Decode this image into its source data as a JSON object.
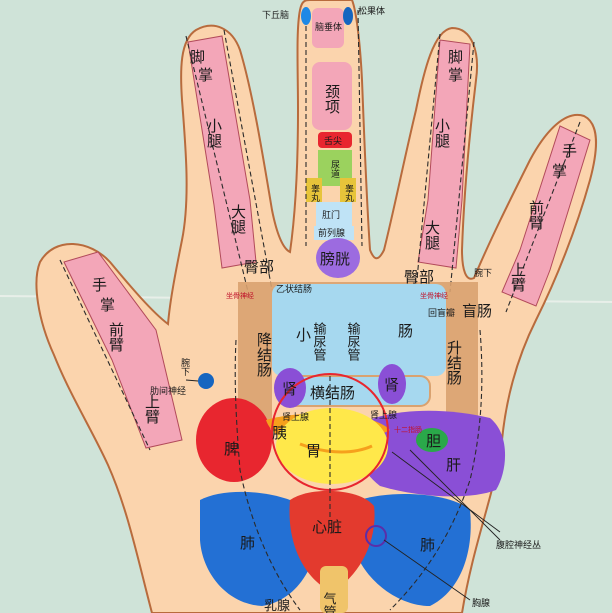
{
  "labels": {
    "hypothalamus": "下丘脑",
    "pineal": "松果体",
    "pituitary": "脑垂体",
    "f1_foot": "脚",
    "f1_sole": "掌",
    "f1_calf": "小腿",
    "f1_thigh": "大腿",
    "f1_hip": "臀部",
    "neck": "颈项",
    "tongue": "舌尖",
    "urethra": "尿道",
    "testis_l": "睾丸",
    "testis_r": "睾丸",
    "anus": "肛门",
    "prostate": "前列腺",
    "bladder": "膀胱",
    "f4_foot": "脚",
    "f4_sole": "掌",
    "f4_calf": "小腿",
    "f4_thigh": "大腿",
    "f4_hip": "臀部",
    "f5_hand": "手",
    "f5_palm": "掌",
    "f5_forearm": "前臂",
    "f5_upper": "上臂",
    "f5_down": "腕下",
    "t_hand": "手",
    "t_palm": "掌",
    "t_forearm": "前臂",
    "t_upper": "上臂",
    "t_down": "腕下",
    "intercostal": "肋间神经",
    "sigmoid": "乙状结肠",
    "sciatic_l": "坐骨神经",
    "sciatic_r": "坐骨神经",
    "appendix": "盲肠",
    "ileocecal": "回盲瓣",
    "desc_colon": "降结肠",
    "small_int_1": "小",
    "small_int_2": "肠",
    "ureter_l": "输尿管",
    "ureter_r": "输尿管",
    "asc_colon": "升结肠",
    "kidney_l": "肾",
    "kidney_r": "肾",
    "trans_colon": "横结肠",
    "adrenal_l": "肾上腺",
    "adrenal_r": "肾上腺",
    "duodenum": "十二指肠",
    "spleen": "脾",
    "pancreas": "胰",
    "stomach": "胃",
    "gallbladder": "胆",
    "liver": "肝",
    "heart": "心脏",
    "lung_l": "肺",
    "lung_r": "肺",
    "celiac": "腹腔神经丛",
    "trachea": "气管",
    "thymus": "胸腺",
    "bottom_text": "乳腺"
  },
  "colors": {
    "background": "#cfe3d8",
    "skin": "#fbd4ad",
    "limb_pink": "#f3a6b8",
    "spleen_red": "#e8262f",
    "stomach_yellow": "#ffe84a",
    "pancreas_orange": "#f6a01c",
    "lung_blue": "#2370d4",
    "heart_red": "#e33a2e",
    "liver_purple": "#8a4fd6",
    "bladder_purple": "#9c6be0",
    "small_intestine_blue": "#a6d8ef",
    "colon_tan": "#d9a270",
    "gallbladder_green": "#2aa84a",
    "pineal_blue": "#1565c0"
  }
}
